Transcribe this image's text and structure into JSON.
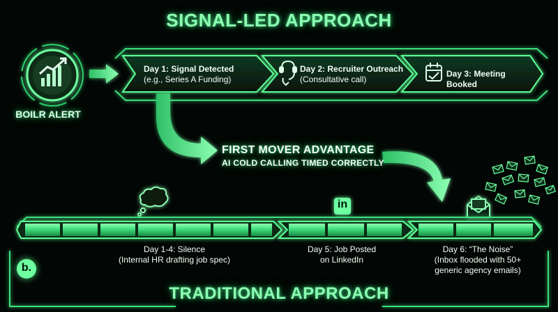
{
  "title_top": "SIGNAL-LED APPROACH",
  "title_bottom": "TRADITIONAL APPROACH",
  "alert": {
    "label": "BOILR ALERT",
    "icon": "chart-up-icon"
  },
  "signal_steps": [
    {
      "title": "Day 1: Signal Detected",
      "subtitle": "(e.g., Series A Funding)",
      "icon": ""
    },
    {
      "title": "Day 2: Recruiter Outreach",
      "subtitle": "(Consultative call)",
      "icon": "phone-headset-icon"
    },
    {
      "title": "Day 3: Meeting Booked",
      "subtitle": "",
      "icon": "calendar-check-icon"
    }
  ],
  "first_mover": {
    "line1": "FIRST MOVER ADVANTAGE",
    "line2": "AI COLD CALLING TIMED CORRECTLY"
  },
  "traditional_steps": [
    {
      "line1": "Day 1-4: Silence",
      "line2": "(Internal HR drafting job spec)",
      "icon": "thought-cloud-icon"
    },
    {
      "line1": "Day 5: Job Posted",
      "line2": "on LinkedIn",
      "icon": "linkedin-icon"
    },
    {
      "line1": "Day 6: “The Noise”",
      "line2": "(Inbox flooded with 50+",
      "line3": "generic agency emails)",
      "icon": "envelope-icon"
    }
  ],
  "logo_text": "b.",
  "linkedin_text": "in",
  "colors": {
    "accent": "#5dff95",
    "glow": "#2ee07a",
    "bg": "#020604"
  }
}
